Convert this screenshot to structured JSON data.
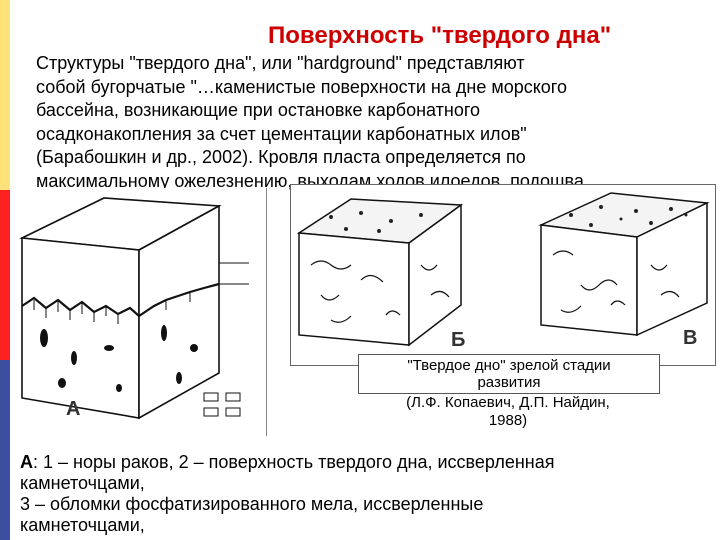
{
  "slide": {
    "title": "Поверхность \"твердого дна\"",
    "body_lines": [
      "Структуры \"твердого дна\", или \"hardground\" представляют",
      "собой бугорчатые \"…каменистые поверхности на дне морского",
      "бассейна, возникающие при остановке карбонатного",
      "осадконакопления за счет цементации карбонатных илов\"",
      "(Барабошкин и др., 2002). Кровля пласта определяется по",
      "максимальному ожелезнению, выходам ходов илоедов, подошва"
    ],
    "figure_labels": {
      "a": "А",
      "b": "Б",
      "v": "В"
    },
    "caption": {
      "line1": "\"Твердое дно\" зрелой стадии",
      "line2": "развития",
      "credit": "(Л.Ф. Копаевич, Д.П. Найдин,\n1988)"
    },
    "legend": {
      "label": "А",
      "text": ": 1 – норы раков, 2 – поверхность твердого дна, иссверленная\nкамнеточцами,\n3 – обломки фосфатизированного мела, иссверленные\nкамнеточцами,"
    },
    "accent_colors": {
      "title": "#cc0000",
      "bar_top": "#ffe27a",
      "bar_mid": "#ff2020",
      "bar_bottom": "#3a4fa0"
    }
  }
}
